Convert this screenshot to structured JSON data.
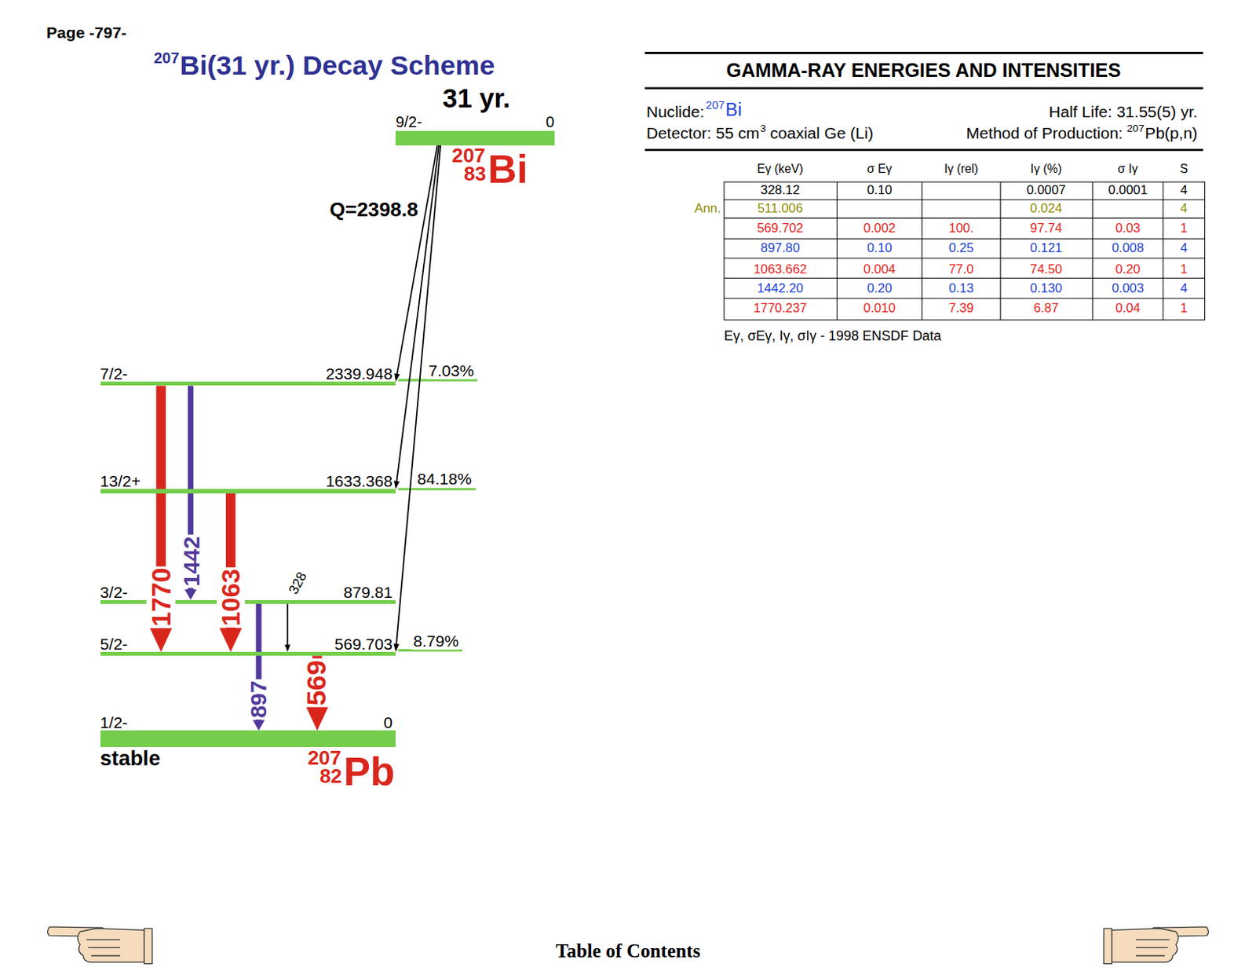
{
  "diagram": {
    "title": "Bi(31 yr.) Decay Scheme",
    "nodes": [
      {
        "text": [
          "9/2-",
          "0",
          "207",
          "83",
          "Bi"
        ]
      },
      {
        "text": [
          "7/2-",
          "2339.948"
        ]
      },
      {
        "text": [
          "13/2+",
          "1633.368"
        ]
      },
      {
        "text": [
          "3/2-",
          "879.81"
        ]
      },
      {
        "text": [
          "5/2-",
          "569.703"
        ]
      },
      {
        "text": [
          "1/2-",
          "0",
          "stable",
          "207",
          "82",
          "Pb"
        ]
      }
    ],
    "edges": [
      {
        "from": 0,
        "to": 1,
        "arrow": "to",
        "label": "7.03%"
      },
      {
        "from": 0,
        "to": 2,
        "arrow": "to",
        "label": "84.18%"
      },
      {
        "from": 0,
        "to": 4,
        "arrow": "to",
        "label": "8.79%"
      },
      {
        "from": 1,
        "to": 4,
        "arrow": "to",
        "label": "1770"
      },
      {
        "from": 1,
        "to": 3,
        "arrow": "to",
        "label": "1442"
      },
      {
        "from": 2,
        "to": 4,
        "arrow": "to",
        "label": "1063"
      },
      {
        "from": 3,
        "to": 4,
        "arrow": "to",
        "label": "328"
      },
      {
        "from": 3,
        "to": 5,
        "arrow": "to",
        "label": "897"
      },
      {
        "from": 4,
        "to": 5,
        "arrow": "to",
        "label": "569"
      }
    ],
    "labels": [
      "Page -797-",
      "207",
      "31 yr.",
      "Q=2398.8",
      "GAMMA-RAY ENERGIES AND INTENSITIES",
      "Nuclide:",
      "207",
      "Bi",
      "Half Life: 31.55(5) yr.",
      "Detector: 55 cm",
      "3",
      "coaxial Ge (Li)",
      "Method of Production:",
      "207",
      "Pb(p,n)",
      "Eγ (keV)",
      "σ Eγ",
      "Iγ (rel)",
      "Iγ (%)",
      "σ Iγ",
      "S",
      "Ann.",
      "328.12",
      "0.10",
      "0.0007",
      "0.0001",
      "4",
      "511.006",
      "0.024",
      "4",
      "569.702",
      "0.002",
      "100.",
      "97.74",
      "0.03",
      "1",
      "897.80",
      "0.10",
      "0.25",
      "0.121",
      "0.008",
      "4",
      "1063.662",
      "0.004",
      "77.0",
      "74.50",
      "0.20",
      "1",
      "1442.20",
      "0.20",
      "0.13",
      "0.130",
      "0.003",
      "4",
      "1770.237",
      "0.010",
      "7.39",
      "6.87",
      "0.04",
      "1",
      "Eγ, σEγ, Iγ, σIγ - 1998 ENSDF Data",
      "Table of Contents"
    ]
  }
}
